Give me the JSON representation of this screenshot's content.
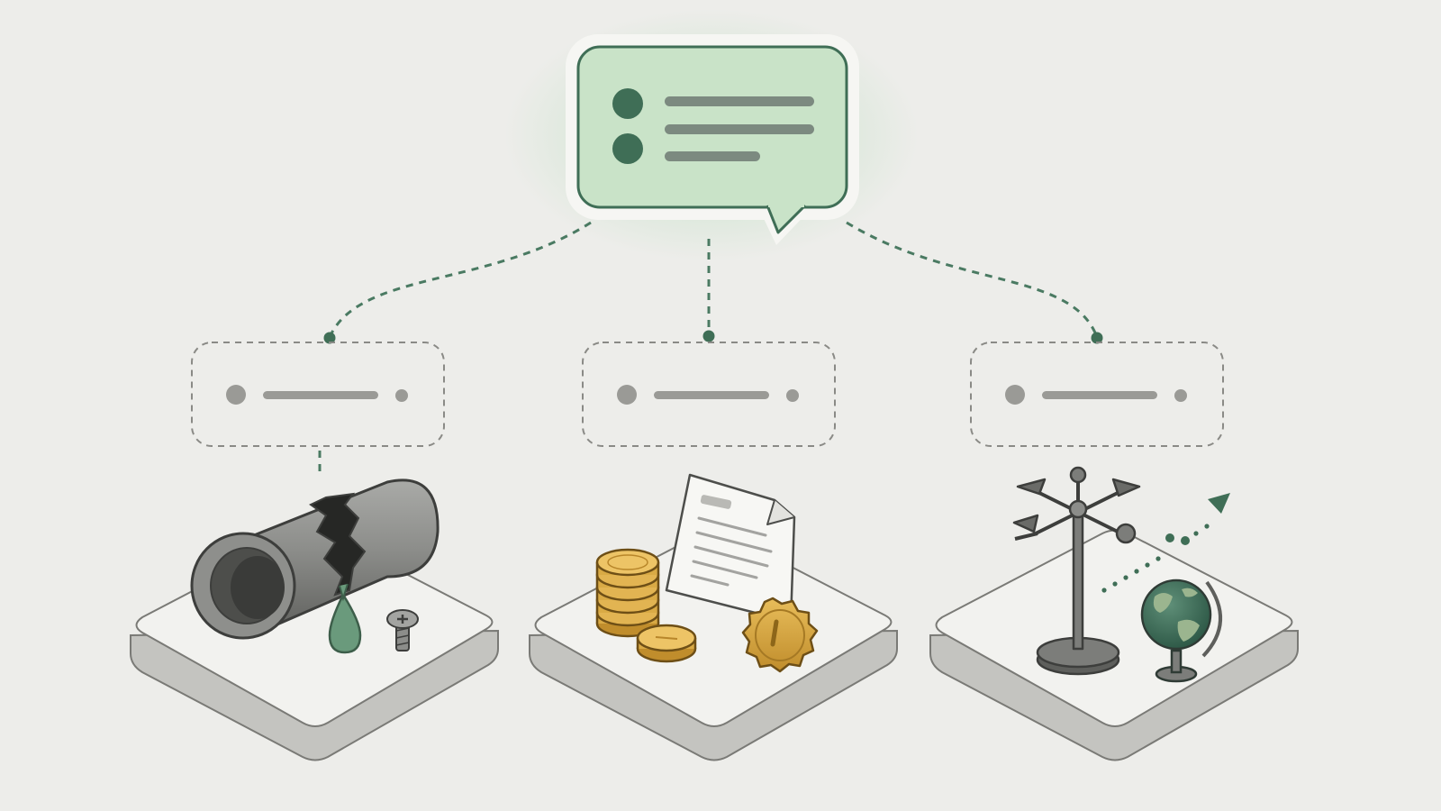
{
  "diagram": {
    "central_bubble": {
      "bullet_rows": 2,
      "text_lines": 3
    },
    "branches": [
      {
        "id": "infrastructure",
        "icons": [
          "cracked-pipe-icon",
          "water-drop-icon",
          "screw-icon"
        ]
      },
      {
        "id": "finance",
        "icons": [
          "coin-stack-icon",
          "coin-icon",
          "document-icon",
          "seal-badge-icon"
        ]
      },
      {
        "id": "trends",
        "icons": [
          "weather-vane-icon",
          "trend-arrow-icon",
          "globe-icon"
        ]
      }
    ]
  },
  "colors": {
    "background": "#ededea",
    "bubble_fill": "#c9e3c8",
    "accent_green": "#3f6e56",
    "connector": "#4a7a62",
    "placeholder_gray": "#8a8a86",
    "metal_gray": "#7c7d7a",
    "coin_gold": "#d9aa45",
    "platform": "#f2f2ef"
  }
}
